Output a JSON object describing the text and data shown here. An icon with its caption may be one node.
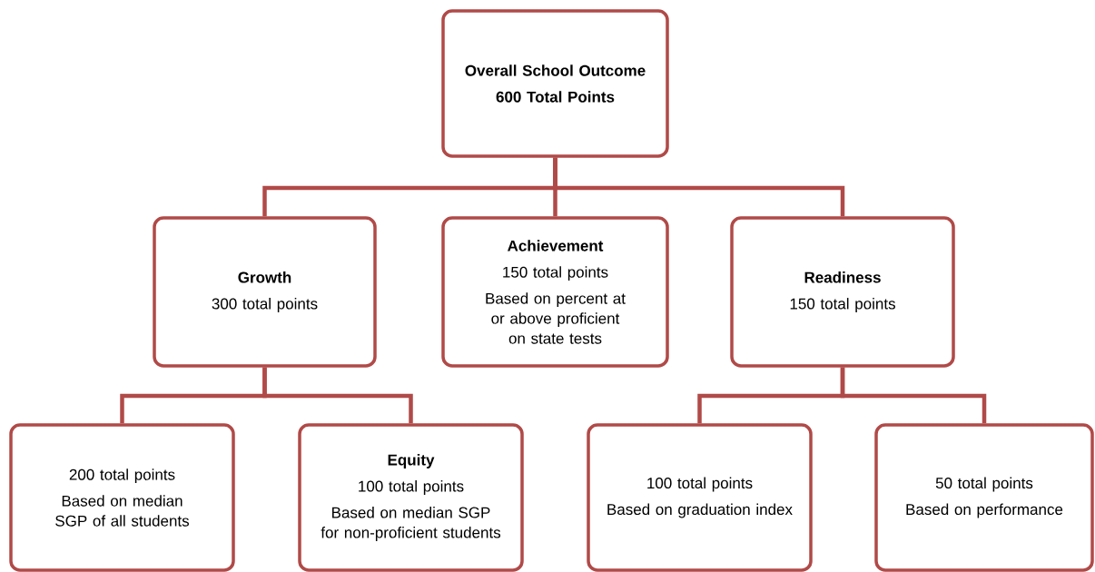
{
  "diagram": {
    "nodes": [
      {
        "text": [
          "Overall School Outcome",
          "600 Total Points"
        ]
      },
      {
        "text": [
          "Growth",
          "300 total points"
        ]
      },
      {
        "text": [
          "Achievement",
          "150 total points",
          "Based on percent at or above proficient on state tests"
        ]
      },
      {
        "text": [
          "Readiness",
          "150 total points"
        ]
      },
      {
        "text": [
          "200 total points",
          "Based on median SGP of all students"
        ]
      },
      {
        "text": [
          "Equity",
          "100 total points",
          "Based on median SGP for non-proficient students"
        ]
      },
      {
        "text": [
          "100 total points",
          "Based on graduation index"
        ]
      },
      {
        "text": [
          "50 total points",
          "Based on performance"
        ]
      }
    ],
    "edges": [
      {
        "from": 0,
        "to": 1,
        "arrow": "none"
      },
      {
        "from": 0,
        "to": 2,
        "arrow": "none"
      },
      {
        "from": 0,
        "to": 3,
        "arrow": "none"
      },
      {
        "from": 1,
        "to": 4,
        "arrow": "none"
      },
      {
        "from": 1,
        "to": 5,
        "arrow": "none"
      },
      {
        "from": 3,
        "to": 6,
        "arrow": "none"
      },
      {
        "from": 3,
        "to": 7,
        "arrow": "none"
      }
    ]
  }
}
